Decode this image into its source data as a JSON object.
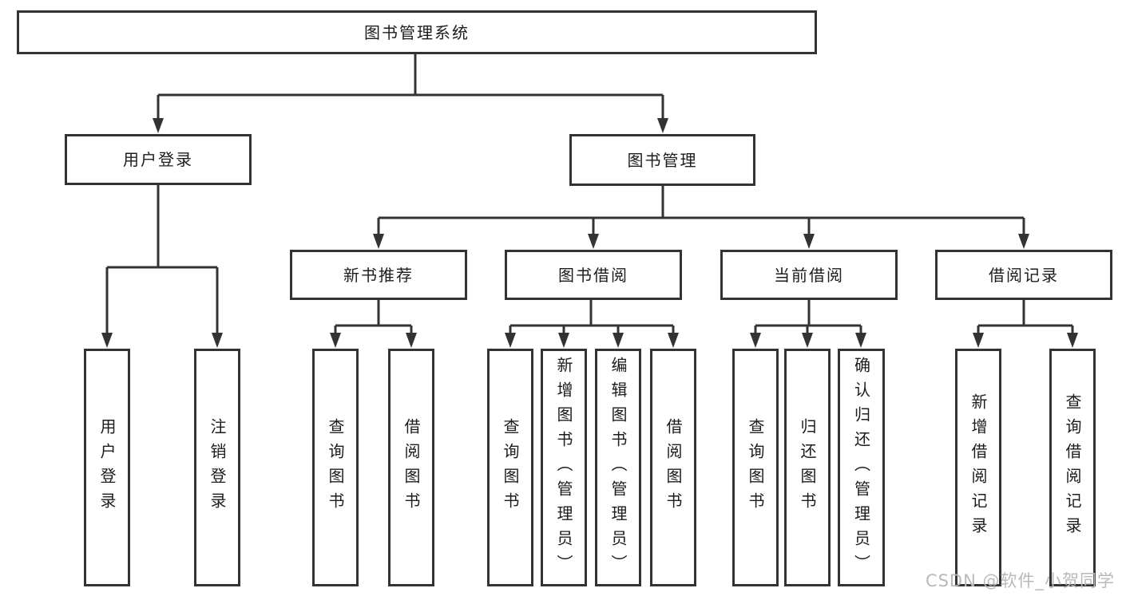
{
  "tree": {
    "label": "图书管理系统",
    "children": [
      {
        "label": "用户登录",
        "children": [
          {
            "label": "用户登录"
          },
          {
            "label": "注销登录"
          }
        ]
      },
      {
        "label": "图书管理",
        "children": [
          {
            "label": "新书推荐",
            "children": [
              {
                "label": "查询图书"
              },
              {
                "label": "借阅图书"
              }
            ]
          },
          {
            "label": "图书借阅",
            "children": [
              {
                "label": "查询图书"
              },
              {
                "label": "新增图书（管理员）"
              },
              {
                "label": "编辑图书（管理员）"
              },
              {
                "label": "借阅图书"
              }
            ]
          },
          {
            "label": "当前借阅",
            "children": [
              {
                "label": "查询图书"
              },
              {
                "label": "归还图书"
              },
              {
                "label": "确认归还（管理员）"
              }
            ]
          },
          {
            "label": "借阅记录",
            "children": [
              {
                "label": "新增借阅记录"
              },
              {
                "label": "查询借阅记录"
              }
            ]
          }
        ]
      }
    ]
  },
  "watermark": {
    "text": "CSDN @软件_小贺同学"
  },
  "colors": {
    "line": "#333333",
    "box_border": "#333333",
    "background": "#ffffff",
    "text": "#1c1c1c",
    "watermark": "#b9b9b9"
  }
}
